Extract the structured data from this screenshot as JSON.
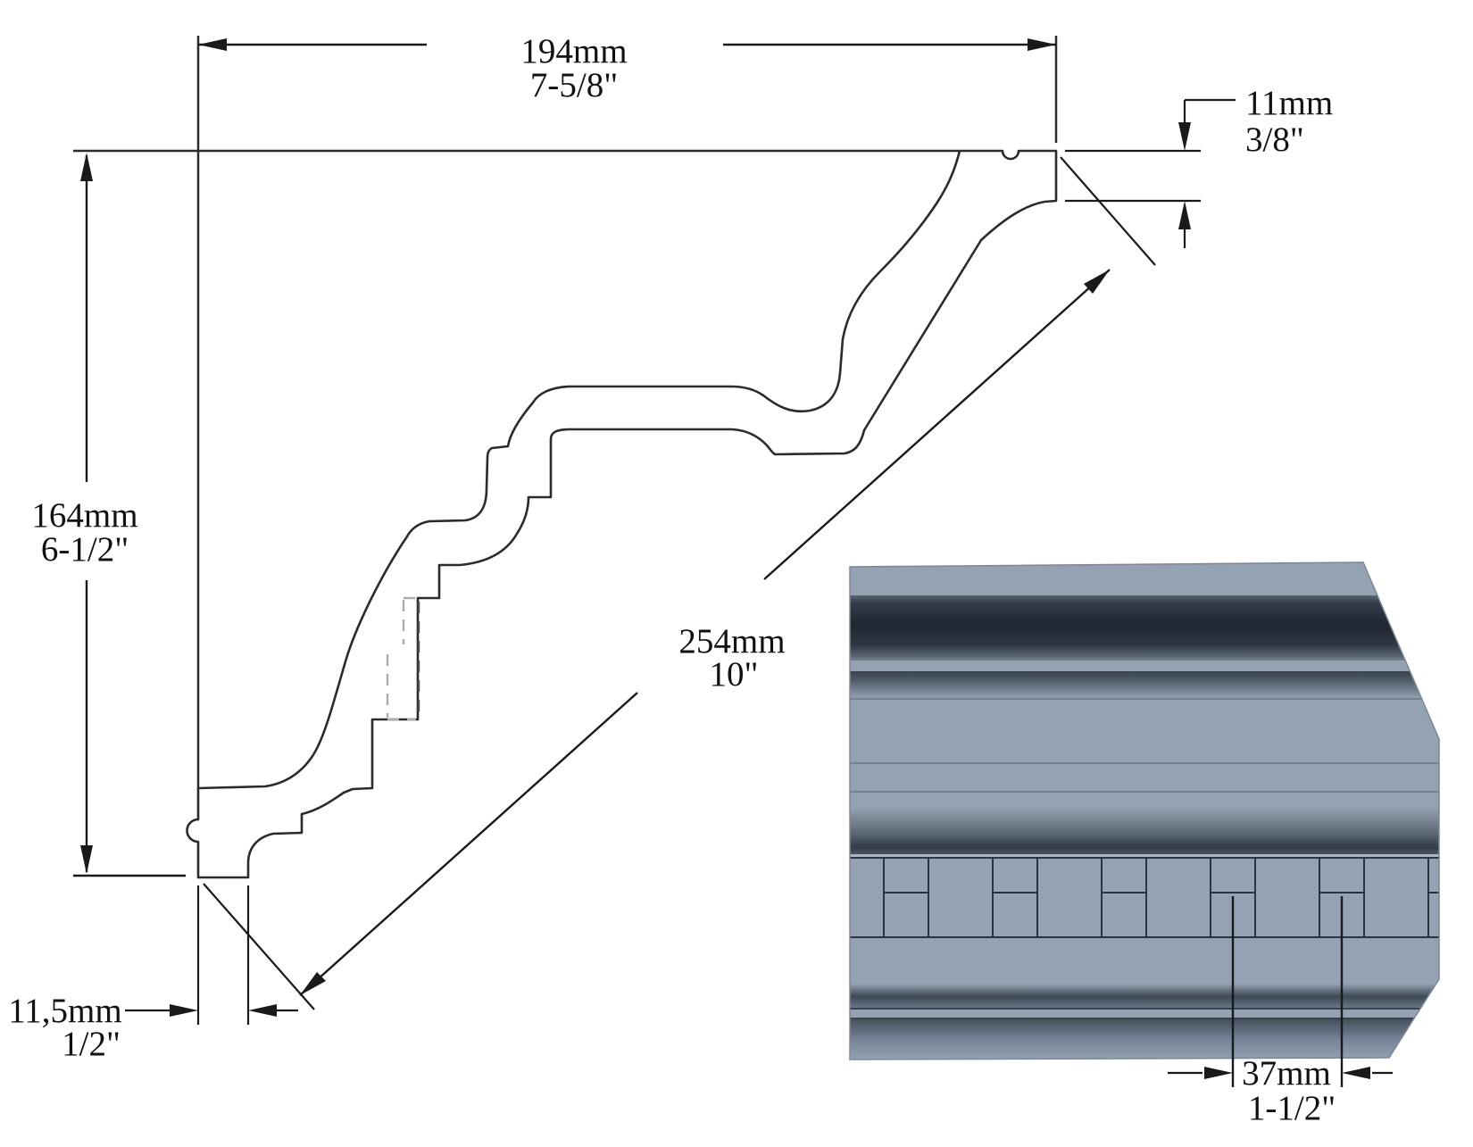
{
  "drawing": {
    "title": "crown-molding-profile-drawing",
    "dimensions": {
      "overall_width": {
        "metric": "194mm",
        "imperial": "7-5/8\""
      },
      "top_edge": {
        "metric": "11mm",
        "imperial": "3/8\""
      },
      "overall_height": {
        "metric": "164mm",
        "imperial": "6-1/2\""
      },
      "diagonal_face": {
        "metric": "254mm",
        "imperial": "10\""
      },
      "bottom_thickness": {
        "metric": "11,5mm",
        "imperial": "1/2\""
      },
      "dentil_spacing": {
        "metric": "37mm",
        "imperial": "1-1/2\""
      }
    },
    "colors": {
      "line": "#2b2b2b",
      "render_base": "#95a2b3",
      "render_dark": "#20262f",
      "render_edge_line": "#2b3440"
    }
  }
}
